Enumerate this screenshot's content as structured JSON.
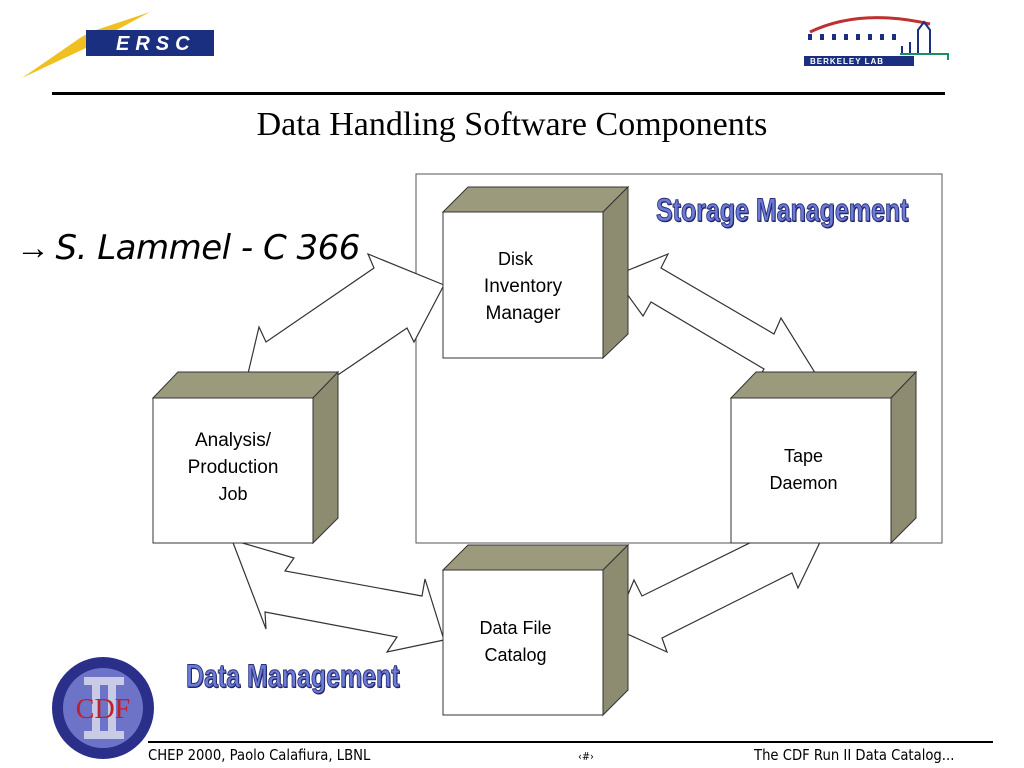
{
  "header": {
    "left_logo_text": "ERSC",
    "right_logo_text": "BERKELEY LAB",
    "title": "Data Handling Software Components"
  },
  "bullet": {
    "arrow": "→",
    "text": "S. Lammel - C 366"
  },
  "diagram": {
    "regions": {
      "storage": "Storage Management",
      "data": "Data Management"
    },
    "boxes": {
      "disk": [
        "Disk",
        "Inventory",
        "Manager"
      ],
      "analysis": [
        "Analysis/",
        "Production",
        "Job"
      ],
      "tape": [
        "Tape",
        "Daemon"
      ],
      "catalog": [
        "Data File",
        "Catalog"
      ]
    },
    "colors": {
      "box_side": "#9c9a7c",
      "box_face": "#ffffff",
      "region_text": "#6b7bd6"
    }
  },
  "footer": {
    "left": "CHEP 2000, Paolo Calafiura, LBNL",
    "center": "‹#›",
    "right": "The CDF Run II Data Catalog...",
    "bottom_logo_text": "CDF"
  }
}
